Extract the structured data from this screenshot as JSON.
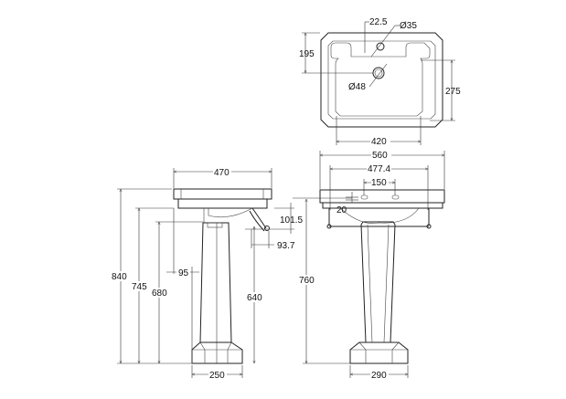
{
  "dimensions": {
    "top_view": {
      "tap_offset": "22.5",
      "tap_hole": "Ø35",
      "waste_hole": "Ø48",
      "depth_to_waste": "195",
      "bowl_depth": "275",
      "bowl_width": "420"
    },
    "front_view": {
      "overall_width": "560",
      "rail_width": "477.4",
      "tap_centres": "150",
      "rim_offset": "20",
      "height": "760",
      "base_width": "290"
    },
    "side_view": {
      "projection": "470",
      "height_overall": "840",
      "height_underside": "745",
      "height_pedestal_top": "680",
      "pedestal_offset": "95",
      "trap_drop": "101.5",
      "trap_projection": "93.7",
      "trap_height": "640",
      "base_depth": "250"
    }
  }
}
